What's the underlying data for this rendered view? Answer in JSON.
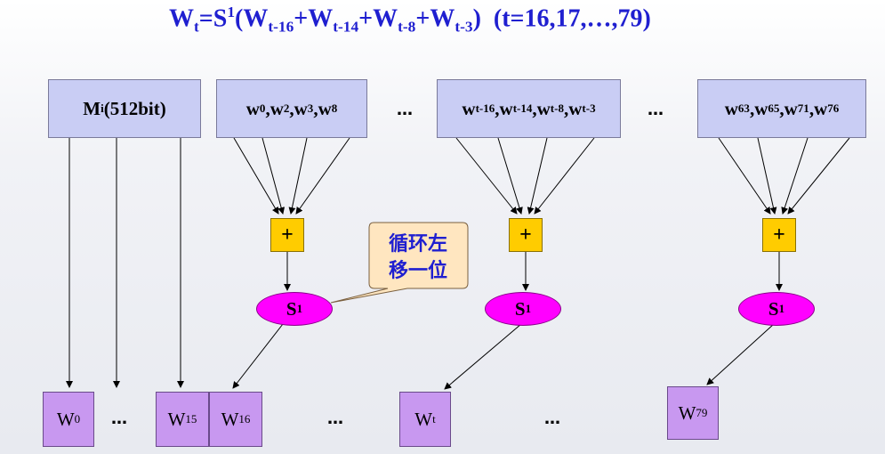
{
  "formula": {
    "w": "W",
    "t": "t",
    "eq_s": "=S",
    "sup1": "1",
    "open": "(W",
    "sub1": "t-16",
    "plus_w1": "+W",
    "sub2": "t-14",
    "plus_w2": "+W",
    "sub3": "t-8",
    "plus_w3": "+W",
    "sub4": "t-3",
    "close": ")",
    "range": "(t=16,17,…,79)"
  },
  "message_block": {
    "m": "M",
    "i": "i",
    "size": " (512bit)"
  },
  "inputs": [
    {
      "parts": [
        "w",
        "0",
        ",w",
        "2",
        ",w",
        "3",
        ",w",
        "8"
      ]
    },
    {
      "parts": [
        "w",
        "t-16",
        ",w",
        "t-14",
        ",w",
        "t-8",
        ",w",
        "t-3"
      ]
    },
    {
      "parts": [
        "w",
        "63",
        ",w",
        "65",
        ",w",
        "71",
        ",w",
        "76"
      ]
    }
  ],
  "adder_label": "+",
  "shift_label": {
    "s": "S",
    "sup": "1"
  },
  "callout": {
    "line1": "循环左",
    "line2": "移一位"
  },
  "outputs": {
    "w0": {
      "w": "W",
      "sub": "0"
    },
    "w15": {
      "w": "W",
      "sub": "15"
    },
    "w16": {
      "w": "W",
      "sub": "16"
    },
    "wt": {
      "w": "W",
      "sub": "t"
    },
    "w79": {
      "w": "W",
      "sub": "79"
    }
  },
  "ellipsis": "…",
  "colors": {
    "title": "#1f1fd0",
    "input_box": "#c9cdf4",
    "output_box": "#c898f0",
    "adder": "#ffcc00",
    "shift": "#ff00ff",
    "callout": "#ffe6c0"
  }
}
